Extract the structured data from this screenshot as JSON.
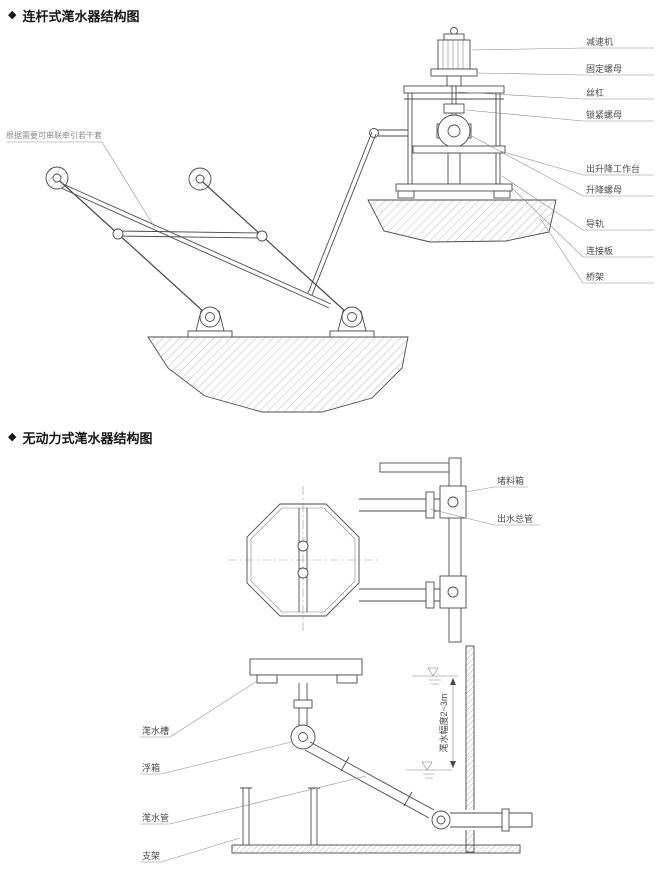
{
  "page": {
    "background": "#ffffff",
    "line_color": "#4a4a4a",
    "label_color": "#4a4a4a"
  },
  "section1": {
    "bullet": "◆",
    "title": "连杆式滗水器结构图",
    "note": "根据需要可串联牵引若干套",
    "labels": [
      "减速机",
      "固定螺母",
      "丝杠",
      "锁紧螺母",
      "出升降工作台",
      "升降螺母",
      "导轨",
      "连接板",
      "桥架"
    ]
  },
  "section2": {
    "bullet": "◆",
    "title": "无动力式滗水器结构图",
    "labels_right": [
      "堵料箱",
      "出水总管"
    ],
    "dimension": "滗水幅度2~3m",
    "labels_left": [
      "滗水槽",
      "浮箱",
      "滗水管",
      "支架"
    ]
  }
}
